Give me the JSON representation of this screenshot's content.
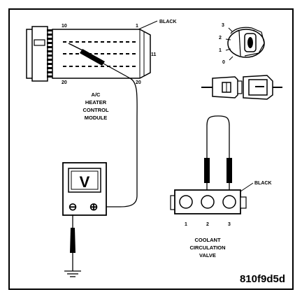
{
  "connector": {
    "pin_top_left": "10",
    "pin_top_right": "1",
    "pin_right": "11",
    "pin_bottom_left": "20",
    "pin_bottom_right": "20",
    "wire_color": "BLACK",
    "module_label": [
      "A/C",
      "HEATER",
      "CONTROL",
      "MODULE"
    ]
  },
  "ignition": {
    "positions": [
      "3",
      "2",
      "1",
      "0"
    ]
  },
  "voltmeter": {
    "display": "V",
    "neg_terminal": "⊖",
    "pos_terminal": "⊕"
  },
  "valve": {
    "wire_color": "BLACK",
    "pins": [
      "1",
      "2",
      "3"
    ],
    "label": [
      "COOLANT",
      "CIRCULATION",
      "VALVE"
    ]
  },
  "figure_code": "810f9d5d"
}
